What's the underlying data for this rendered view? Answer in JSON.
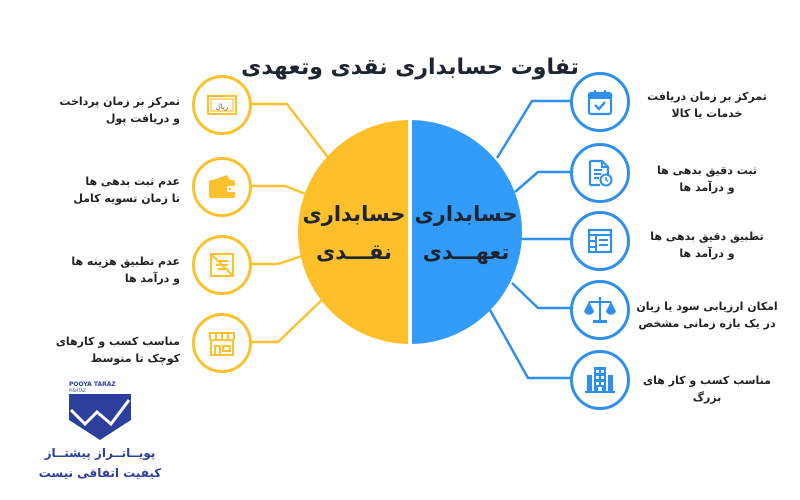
{
  "title": "تفاوت حسابداری نقدی وتعهدی",
  "colors": {
    "cash": "#fdc02b",
    "accrual": "#339bfa",
    "cash_stroke": "#fcc12e",
    "accrual_stroke": "#2e90ec",
    "brand": "#2d3f9c"
  },
  "center": {
    "cash": {
      "line1": "حسابداری",
      "line2": "نقـــدی"
    },
    "accrual": {
      "line1": "حسابداری",
      "line2": "تعهـــدی"
    }
  },
  "cash_items": [
    {
      "icon": "banknote-icon",
      "line1": "تمرکز بر زمان پرداخت",
      "line2": "و دریافت پول"
    },
    {
      "icon": "wallet-icon",
      "line1": "عدم ثبت بدهی ها",
      "line2": "تا زمان تسویه کامل"
    },
    {
      "icon": "crossed-document-icon",
      "line1": "عدم تطبیق هزینه ها",
      "line2": "و درآمد ها"
    },
    {
      "icon": "storefront-icon",
      "line1": "مناسب کسب و کارهای",
      "line2": "کوچک تا متوسط"
    }
  ],
  "accrual_items": [
    {
      "icon": "calendar-check-icon",
      "line1": "تمرکز بر زمان دریافت",
      "line2": "خدمات یا کالا"
    },
    {
      "icon": "document-clock-icon",
      "line1": "ثبت دقیق بدهی ها",
      "line2": "و درآمد ها"
    },
    {
      "icon": "table-icon",
      "line1": "تطبیق دقیق بدهی ها",
      "line2": "و درآمد ها"
    },
    {
      "icon": "balance-scale-icon",
      "line1": "امکان ارزیابی سود یا زیان",
      "line2": "در یک بازه زمانی مشخص"
    },
    {
      "icon": "building-icon",
      "line1": "مناسب کسب و کار های",
      "line2": "بزرگ"
    }
  ],
  "logo": {
    "wordmark": "POOYA TARAZ",
    "sub": "PISHTAZ",
    "line1": "پویــاتــراز پیشتــاز",
    "line2": "کیفیت اتفاقی نیست"
  }
}
